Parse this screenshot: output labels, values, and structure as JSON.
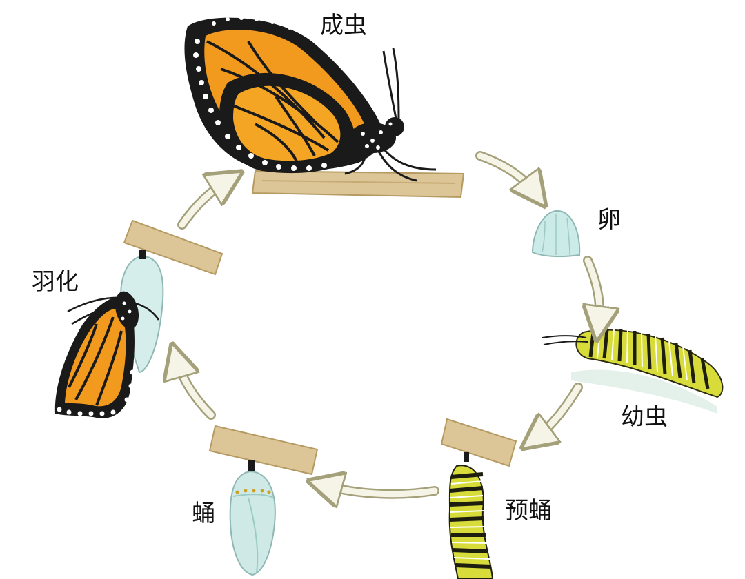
{
  "diagram": {
    "type": "life-cycle",
    "stages": {
      "adult": "成虫",
      "egg": "卵",
      "larva": "幼虫",
      "prepupa": "预蛹",
      "pupa": "蛹",
      "eclosion": "羽化"
    },
    "colors": {
      "background": "#ffffff",
      "wing_orange": "#f29a1e",
      "wing_black": "#1a1a1a",
      "branch_tan": "#dcc596",
      "chrysalis_green": "#cfe9e6",
      "egg_teal": "#cbebe8",
      "larva_yellow": "#d8dc3a",
      "arrow_fill": "#f6f4e6",
      "arrow_stroke": "#a3a07a"
    }
  }
}
